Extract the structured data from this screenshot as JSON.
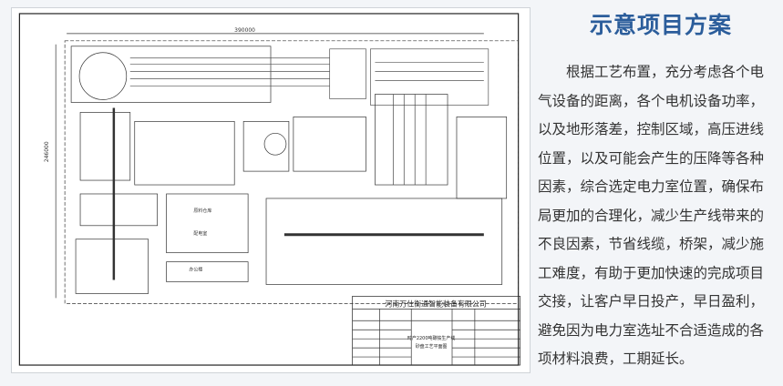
{
  "drawing": {
    "dim_width": "390000",
    "dim_height": "246000",
    "company": "河南万仕衡通智能装备有限公司",
    "project_line1": "时产2200吨碳铵生产线",
    "project_line2": "砂盘工艺平面图",
    "labels": [
      "原料仓库",
      "配电室",
      "办公楼"
    ]
  },
  "panel": {
    "title": "示意项目方案",
    "lines": [
      "　　根据工艺布置，充分考虑各个电",
      "气设备的距离，各个电机设备功率，",
      "以及地形落差，控制区域，高压进线",
      "位置，以及可能会产生的压降等各种",
      "因素，综合选定电力室位置，确保布",
      "局更加的合理化，减少生产线带来的",
      "不良因素，节省线缆，桥架，减少施",
      "工难度，有助于更加快速的完成项目",
      "交接，让客户早日投产，早日盈利，",
      "避免因为电力室选址不合适造成的各",
      "项材料浪费，工期延长。"
    ]
  },
  "colors": {
    "title": "#2b5d9b"
  }
}
